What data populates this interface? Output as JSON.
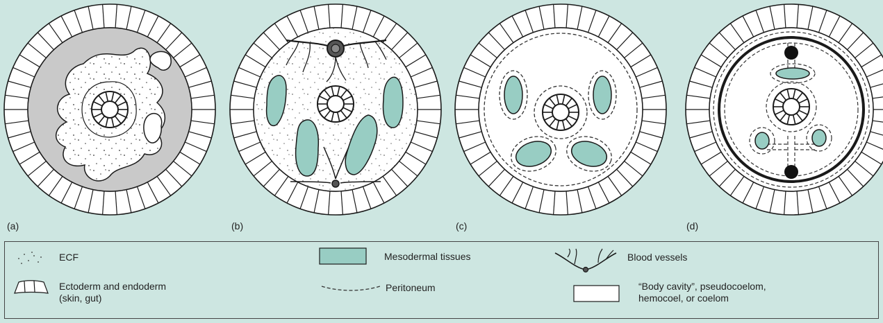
{
  "panels": [
    {
      "label": "(a)"
    },
    {
      "label": "(b)"
    },
    {
      "label": "(c)"
    },
    {
      "label": "(d)"
    }
  ],
  "legend": {
    "ecf": "ECF",
    "ectoderm_line1": "Ectoderm and endoderm",
    "ectoderm_line2": "(skin, gut)",
    "mesodermal": "Mesodermal tissues",
    "peritoneum": "Peritoneum",
    "blood_vessels": "Blood vessels",
    "body_cavity_line1": "“Body cavity”, pseudocoelom,",
    "body_cavity_line2": "hemocoel, or coelom"
  },
  "colors": {
    "background": "#cde6e1",
    "mesoderm": "#98cdc3",
    "ecf_region_a": "#c9c9c9",
    "outline": "#1a1a1a",
    "cavity": "#ffffff"
  }
}
